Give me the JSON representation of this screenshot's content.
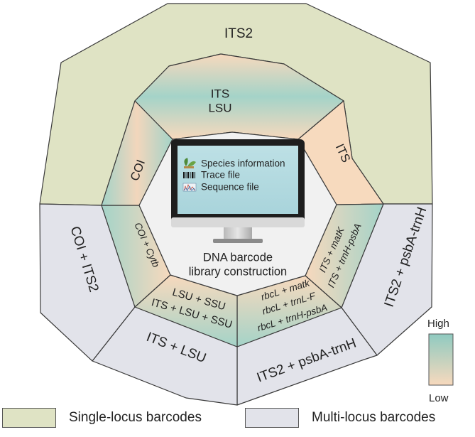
{
  "outer_ring": {
    "top": "ITS2",
    "top_right": "",
    "right": "ITS2 + psbA-trnH",
    "bottom_right": "ITS2 + psbA-trnH",
    "bottom_left": "ITS + LSU",
    "left": "COI + ITS2",
    "top_left": ""
  },
  "middle_ring": {
    "top_line1": "ITS",
    "top_line2": "LSU",
    "upper_right": "ITS",
    "right_line1": "ITS + matK",
    "right_line2": "ITS + trnH-psbA",
    "bottom_right_line1": "rbcL + matk",
    "bottom_right_line2": "rbcL + trnL-F",
    "bottom_right_line3": "rbcL + trnH-psbA",
    "bottom_left_line1": "LSU + SSU",
    "bottom_left_line2": "ITS + LSU + SSU",
    "left_lower": "COI + Cytb",
    "upper_left": "COI"
  },
  "monitor": {
    "items": [
      "Species information",
      "Trace file",
      "Sequence file"
    ],
    "caption_line1": "DNA barcode",
    "caption_line2": "library construction"
  },
  "scale": {
    "high": "High",
    "low": "Low"
  },
  "legend": {
    "single_label": "Single-locus barcodes",
    "multi_label": "Multi-locus barcodes"
  },
  "colors": {
    "single_locus": "#dfe3c4",
    "multi_locus": "#e2e3ea",
    "high": "#a4d3c8",
    "low": "#f7d9bd",
    "inner": "#f1f1f1"
  },
  "icons": [
    "plant-icon",
    "barcode-icon",
    "chromatogram-icon"
  ]
}
